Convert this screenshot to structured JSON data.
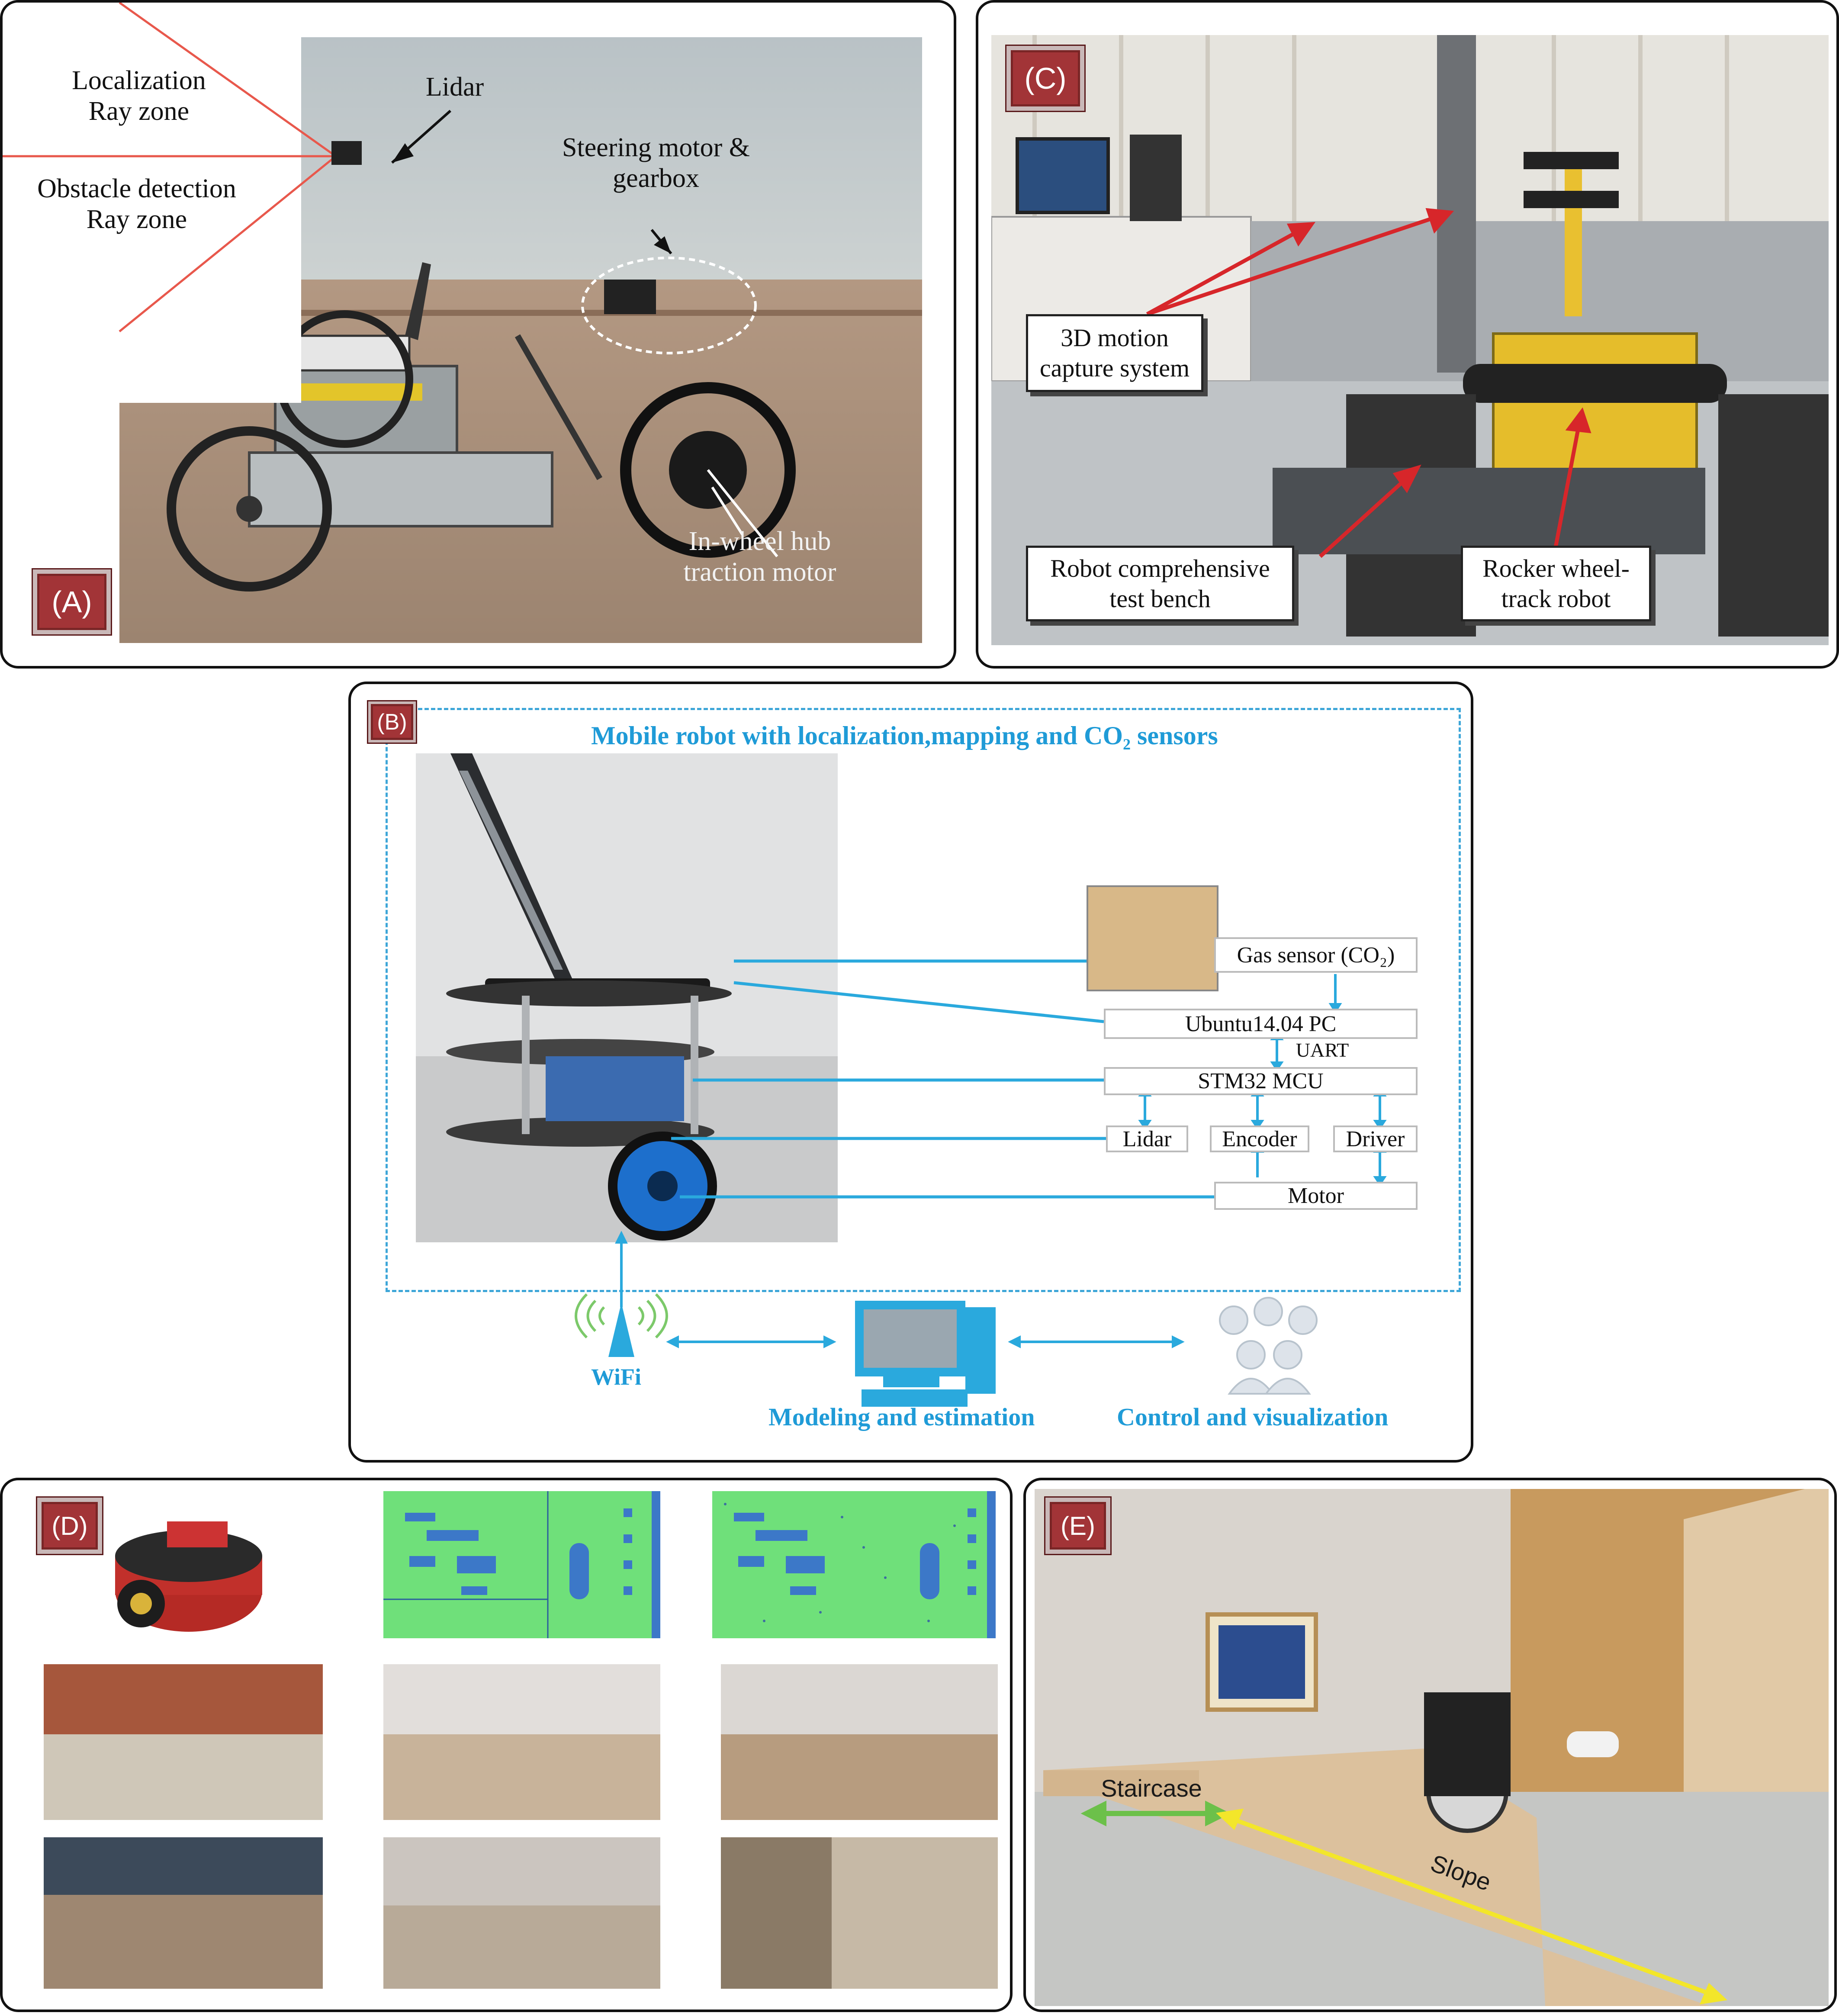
{
  "panelA": {
    "badge": "(A)",
    "labels": {
      "localization": "Localization\nRay zone",
      "lidar": "Lidar",
      "obstacle": "Obstacle detection\nRay zone",
      "steering": "Steering motor &\ngearbox",
      "hub": "In-wheel hub\ntraction motor"
    }
  },
  "panelC": {
    "badge": "(C)",
    "callouts": {
      "mocap": "3D motion\ncapture system",
      "bench": "Robot comprehensive\ntest bench",
      "rocker": "Rocker wheel-\ntrack robot"
    }
  },
  "panelB": {
    "badge": "(B)",
    "title": "Mobile robot with localization,mapping and CO₂ sensors",
    "blocks": {
      "gas": "Gas sensor (CO₂)",
      "pc": "Ubuntu14.04  PC",
      "uart": "UART",
      "mcu": "STM32 MCU",
      "lidar": "Lidar",
      "encoder": "Encoder",
      "driver": "Driver",
      "motor": "Motor"
    },
    "bottom": {
      "wifi": "WiFi",
      "modeling": "Modeling and estimation",
      "control": "Control and visualization"
    }
  },
  "panelD": {
    "badge": "(D)"
  },
  "panelE": {
    "badge": "(E)",
    "labels": {
      "staircase": "Staircase",
      "slope": "Slope"
    }
  },
  "colors": {
    "badge": "#a23437",
    "accent_blue": "#1f9bd7",
    "map_green": "#6fe07a",
    "arrow_red": "#d7262a"
  }
}
